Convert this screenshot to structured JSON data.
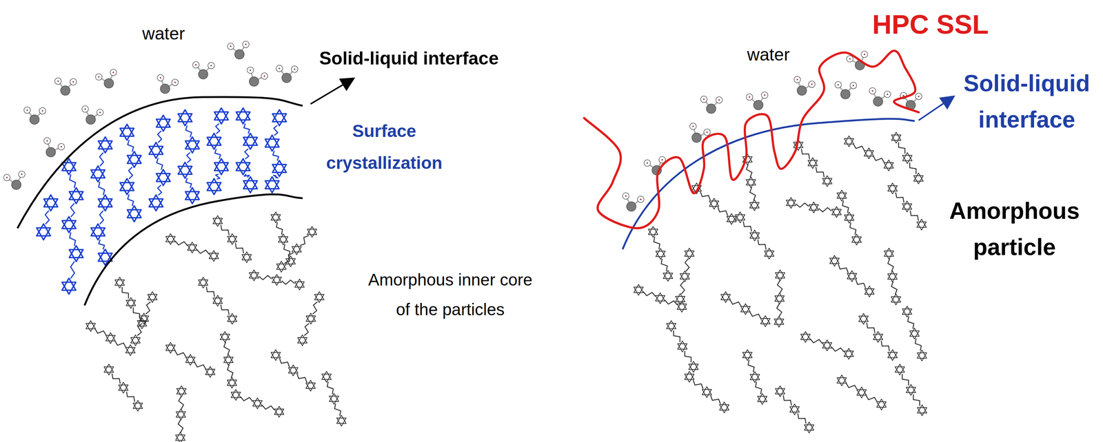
{
  "diagram": {
    "labels": [
      "water",
      "Solid-liquid interface",
      "Surface crystallization",
      "Amorphous inner core of the particles",
      "HPC SSL",
      "water",
      "Solid-liquid interface",
      "Amorphous particle"
    ]
  }
}
